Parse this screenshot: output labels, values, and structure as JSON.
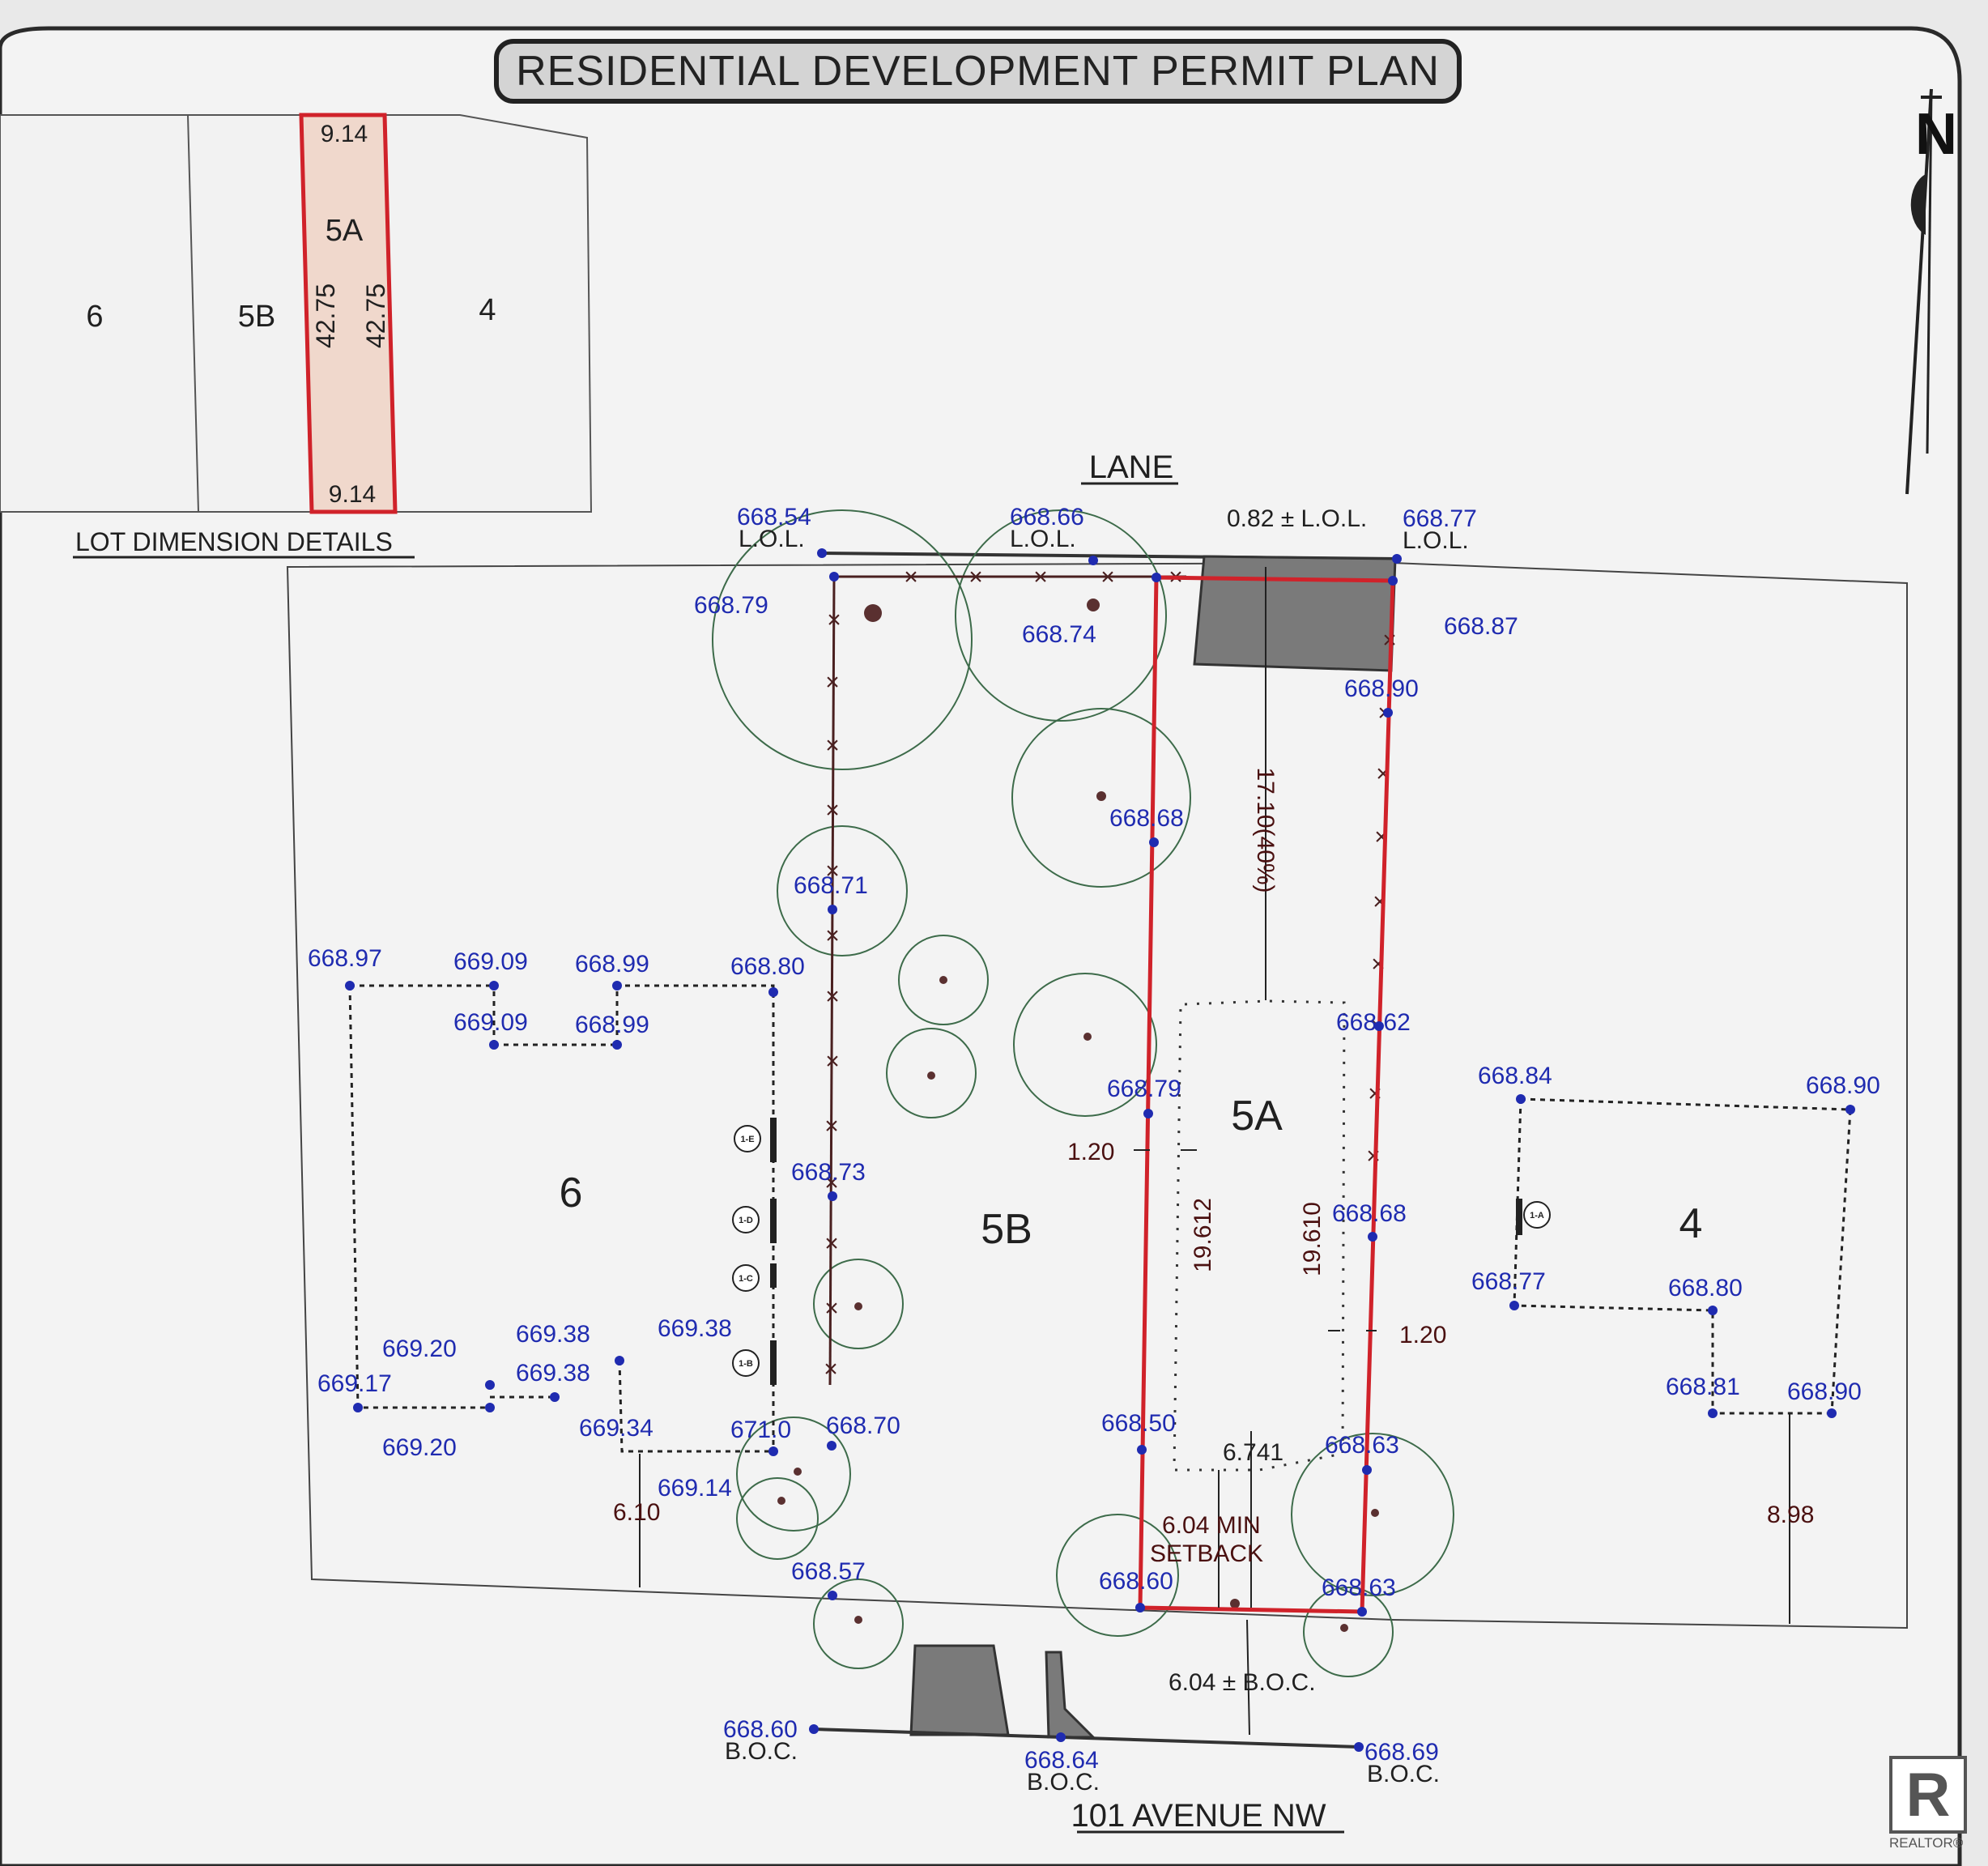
{
  "title": "RESIDENTIAL DEVELOPMENT PERMIT PLAN",
  "north_label": "N",
  "inset": {
    "caption": "LOT DIMENSION DETAILS",
    "lots": [
      "6",
      "5B",
      "5A",
      "4"
    ],
    "top_width": "9.14",
    "bottom_width": "9.14",
    "left_depth": "42.75",
    "right_depth": "42.75"
  },
  "street_top": "LANE",
  "street_bottom": "101 AVENUE NW",
  "lots": {
    "lot6": "6",
    "lot5b": "5B",
    "lot5a": "5A",
    "lot4": "4"
  },
  "lane_elevations": {
    "lol_left": "668.54",
    "lol_mid": "668.66",
    "lol_right": "668.77",
    "lol_label": "L.O.L.",
    "lol_offset": "0.82 ± L.O.L."
  },
  "elevations": {
    "e_66879_a": "668.79",
    "e_66874": "668.74",
    "e_66887": "668.87",
    "e_66890_a": "668.90",
    "e_66868_a": "668.68",
    "e_66871": "668.71",
    "e_66862": "668.62",
    "e_66879_b": "668.79",
    "e_66873": "668.73",
    "e_66868_b": "668.68",
    "e_66850": "668.50",
    "e_66863_a": "668.63",
    "e_66860": "668.60",
    "e_66863_b": "668.63",
    "e_66857": "668.57",
    "e_66870": "668.70",
    "e_671": "671.0",
    "e_66897": "668.97",
    "e_66909_a": "669.09",
    "e_66899_a": "668.99",
    "e_66880_a": "668.80",
    "e_66909_b": "669.09",
    "e_66899_b": "668.99",
    "e_66920_a": "669.20",
    "e_66938_a": "669.38",
    "e_66938_b": "669.38",
    "e_66938_c": "669.38",
    "e_66917": "669.17",
    "e_66920_b": "669.20",
    "e_66934": "669.34",
    "e_66914": "669.14",
    "e_66884": "668.84",
    "e_66890_b": "668.90",
    "e_66877": "668.77",
    "e_66880_b": "668.80",
    "e_66881": "668.81",
    "e_66890_c": "668.90"
  },
  "dimensions": {
    "rear_setback": "17.10(40%)",
    "side_left": "1.20",
    "side_right": "1.20",
    "depth_left": "19.612",
    "depth_right": "19.610",
    "width": "6.741",
    "front_setback": "6.04 MIN\nSETBACK",
    "front_setback_line1": "6.04 MIN",
    "front_setback_line2": "SETBACK",
    "boc_offset": "6.04 ± B.O.C.",
    "lot6_front": "6.10",
    "lot4_front": "8.98"
  },
  "window_tags": [
    "1-E",
    "1-D",
    "1-C",
    "1-B",
    "1-A"
  ],
  "boc": {
    "left": "668.60",
    "mid": "668.64",
    "right": "668.69",
    "label": "B.O.C."
  },
  "watermark": {
    "letter": "R",
    "caption": "REALTOR®"
  },
  "colors": {
    "elevation_text": "#1f2bb0",
    "subject_lot_line": "#d0222a",
    "inset_highlight": "#f0d8cc",
    "dimension_text": "#4a1010",
    "garage_fill": "#7a7a7a"
  }
}
